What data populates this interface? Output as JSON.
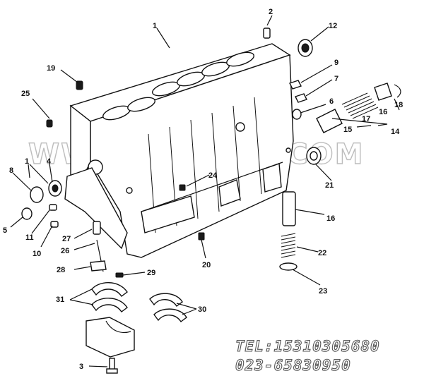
{
  "watermark": {
    "text": "WWW.CQKSGS.COM"
  },
  "contact": {
    "tel": "TEL:15310305680",
    "phone": "023-65830950"
  },
  "callouts": [
    "1",
    "2",
    "12",
    "19",
    "9",
    "7",
    "25",
    "6",
    "17",
    "16",
    "18",
    "15",
    "14",
    "8",
    "1",
    "4",
    "24",
    "21",
    "5",
    "11",
    "16",
    "27",
    "10",
    "26",
    "22",
    "20",
    "28",
    "29",
    "23",
    "31",
    "30",
    "3"
  ]
}
